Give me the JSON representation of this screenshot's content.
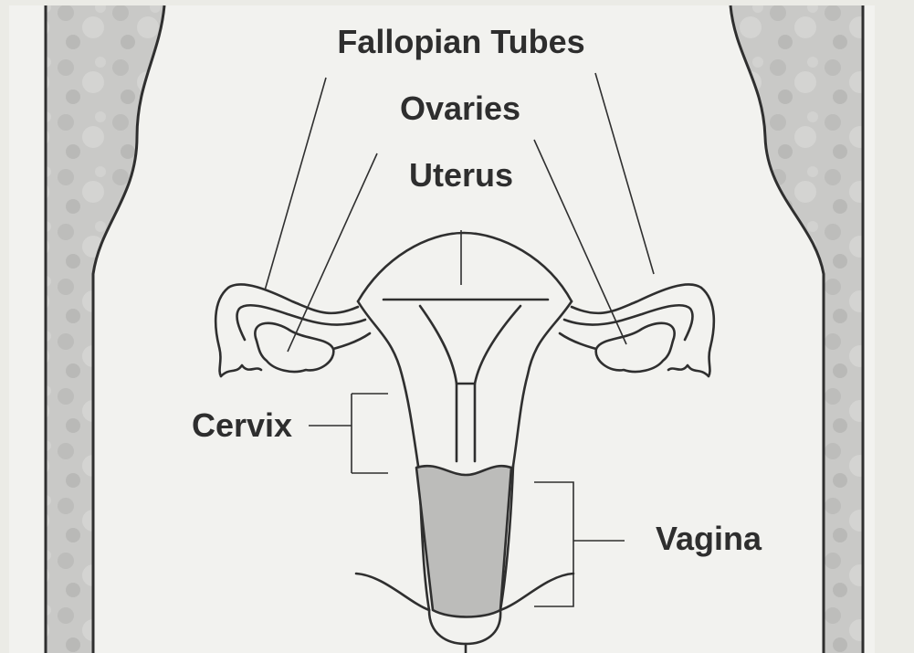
{
  "labels": {
    "fallopian_tubes": "Fallopian Tubes",
    "ovaries": "Ovaries",
    "uterus": "Uterus",
    "cervix": "Cervix",
    "vagina": "Vagina"
  },
  "colors": {
    "page_border": "#ebebe6",
    "paper": "#f2f2ef",
    "body_shading": "#c9c9c7",
    "outline": "#2f2f2f",
    "vaginal_canal_fill": "#bcbcba",
    "label_text": "#2e2e2e"
  }
}
